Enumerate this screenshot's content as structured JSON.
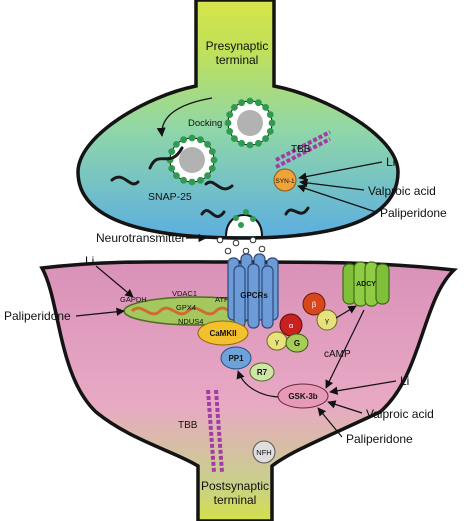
{
  "presynaptic": {
    "line1": "Presynaptic",
    "line2": "terminal",
    "docking": "Docking",
    "tbb": "TBB",
    "syn": "SYN-1",
    "snap": "SNAP-25"
  },
  "postsynaptic": {
    "line1": "Postsynaptic",
    "line2": "terminal",
    "tbb": "TBB",
    "nfh": "NFH"
  },
  "neurotransmitter": "Neurotransmitter",
  "drugs": {
    "li_pre": "Li",
    "valproic_pre": "Valproic acid",
    "paliperidone_pre": "Paliperidone",
    "li_mito": "Li",
    "paliperidone_mito": "Paliperidone",
    "li_gsk": "Li",
    "valproic_gsk": "Valproic acid",
    "paliperidone_gsk": "Paliperidone"
  },
  "mito": {
    "gapdh": "GAPDH",
    "vdac1": "VDAC1",
    "gpx4": "GPX4",
    "atpa": "ATPA",
    "ndus4": "NDUS4"
  },
  "signaling": {
    "gpcrs": "GPCRs",
    "adcy": "ADCY",
    "beta": "β",
    "gamma_right": "γ",
    "alpha": "α",
    "gamma_left": "γ",
    "g": "G",
    "camp": "cAMP",
    "camkii": "CaMKII",
    "pp1": "PP1",
    "r7": "R7",
    "gsk": "GSK-3b"
  },
  "colors": {
    "presynaptic_top": "#c9e04b",
    "presynaptic_mid": "#86d2b3",
    "presynaptic_bottom": "#5fb0d8",
    "postsynaptic": "#e6a4c0",
    "membrane": "#141414",
    "vesicle": "#2e9b4f",
    "microtubule": "#a23ea3",
    "gpcr": "#6d9bd8",
    "adcy": "#7fbf3a",
    "g_alpha": "#c8211f",
    "g_beta": "#d8461c",
    "g_gamma": "#e7e27a",
    "g_g": "#a7cc59",
    "camkii": "#f3c12e",
    "pp1": "#6ea3da",
    "r7": "#cfe7a6",
    "gsk": "#e79ab6",
    "syn": "#f0a33a",
    "nfh": "#dedede",
    "mito": "#a4c75f",
    "mito_inner": "#d06a2e"
  }
}
